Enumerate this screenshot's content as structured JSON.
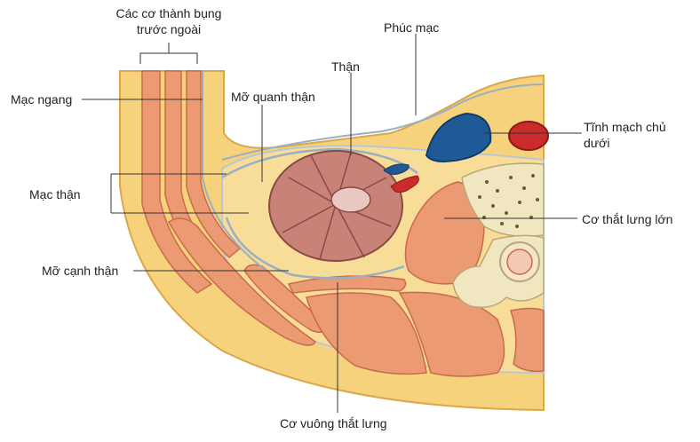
{
  "labels": {
    "anterior_wall": [
      "Các cơ thành bụng",
      "trước ngoài"
    ],
    "peritoneum": "Phúc mạc",
    "kidney": "Thận",
    "transversalis_fascia": "Mạc ngang",
    "perirenal_fat": "Mỡ quanh thận",
    "ivc": [
      "Tĩnh mạch chủ",
      "dưới"
    ],
    "renal_fascia": "Mạc thận",
    "psoas": "Cơ thắt lưng lớn",
    "pararenal_fat": "Mỡ cạnh thận",
    "quadratus_lumborum": "Cơ vuông thắt lưng"
  },
  "colors": {
    "fat": "#f7d27c",
    "fat_edge": "#d9a84a",
    "muscle": "#ec9a74",
    "muscle_edge": "#c96a4a",
    "kidney": "#c98277",
    "fascia": "#9ab0c2",
    "vein": "#1f5a97",
    "artery": "#cc2b2b",
    "bone": "#f0e6c0"
  }
}
